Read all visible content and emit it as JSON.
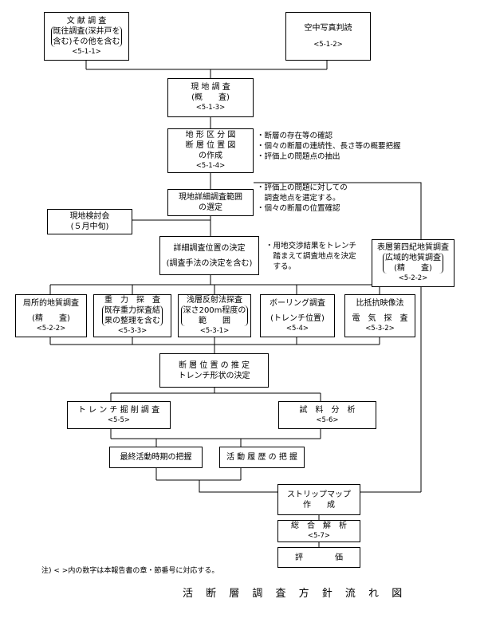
{
  "boxes": {
    "bunken": {
      "l1": "文 献 調 査",
      "l2": "既往調査(深井戸を",
      "l3": "含む)その他を含む",
      "ref": "<5-1-1>"
    },
    "kuchu": {
      "l1": "空中写真判読",
      "ref": "<5-1-2>"
    },
    "genchi": {
      "l1": "現 地 調 査",
      "l2": "(概　　査)",
      "ref": "<5-1-3>"
    },
    "chikei": {
      "l1": "地 形 区 分 図",
      "l2": "断 層 位 置 図",
      "l3": "の作成",
      "ref": "<5-1-4>"
    },
    "shosai_hani": {
      "l1": "現地詳細調査範囲",
      "l2": "の選定"
    },
    "kentokai": {
      "l1": "現地検討会",
      "l2": "(５月中旬)"
    },
    "shosai_kettei": {
      "l1": "詳細調査位置の決定",
      "l2": "(調査手法の決定を含む)"
    },
    "hyoso": {
      "l1": "表層第四紀地質調査",
      "l2": "広域的地質調査",
      "l3": "(精　　査)",
      "ref": "<5-2-2>"
    },
    "kyokusho": {
      "l1": "局所的地質調査",
      "l2": "(精　　査)",
      "ref": "<5-2-2>"
    },
    "juryoku": {
      "l1": "重　力　探　査",
      "l2": "既存重力探査結",
      "l3": "果の整理を含む",
      "ref": "<5-3-3>"
    },
    "senso": {
      "l1": "浅層反射法探査",
      "l2": "深さ200m程度の",
      "l3": "範　　囲",
      "ref": "<5-3-1>"
    },
    "boring": {
      "l1": "ボーリング調査",
      "l2": "(トレンチ位置)",
      "ref": "<5-4>"
    },
    "hiteiko": {
      "l1": "比抵抗映像法",
      "l2": "電　気　探　査",
      "ref": "<5-3-2>"
    },
    "dansou_suitei": {
      "l1": "断 層 位 置 の 推 定",
      "l2": "トレンチ形状の決定"
    },
    "trench": {
      "l1": "ト レ ン チ 掘 削 調 査",
      "ref": "<5-5>"
    },
    "shiryo": {
      "l1": "試　料　分　析",
      "ref": "<5-6>"
    },
    "saishu": {
      "l1": "最終活動時期の把握"
    },
    "rireki": {
      "l1": "活 動 履 歴 の 把 握"
    },
    "strip": {
      "l1": "ストリップマップ",
      "l2": "作　　成"
    },
    "sogo": {
      "l1": "総　合　解　析",
      "ref": "<5-7>"
    },
    "hyoka": {
      "l1": "評　　　　価"
    }
  },
  "notes": {
    "n1": [
      "・断層の存在等の確認",
      "・個々の断層の連続性、長さ等の概要把握",
      "・評価上の問題点の抽出"
    ],
    "n2": [
      "・評価上の問題に対しての",
      "　調査地点を選定する。",
      "・個々の断層の位置確認"
    ],
    "n3": [
      "・用地交渉結果をトレンチ",
      "　踏まえて調査地点を決定",
      "　する。"
    ]
  },
  "footnote": "注) < >内の数字は本報告書の章・節番号に対応する。",
  "title": "活 断 層 調 査 方 針 流 れ 図"
}
